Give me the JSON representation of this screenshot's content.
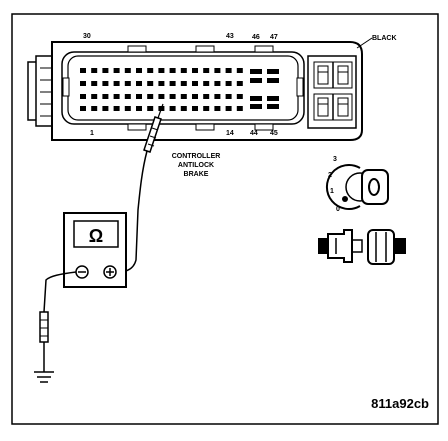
{
  "diagram": {
    "pin_labels": {
      "p30": "30",
      "p43": "43",
      "p46": "46",
      "p47": "47",
      "p1": "1",
      "p14": "14",
      "p44": "44",
      "p45": "45"
    },
    "connector_color": "BLACK",
    "module_label": [
      "CONTROLLER",
      "ANTILOCK",
      "BRAKE"
    ],
    "ignition_positions": [
      "3",
      "2",
      "1",
      "0"
    ],
    "meter_symbol": "Ω",
    "meter_minus": "⊖",
    "meter_plus": "⊕",
    "figure_id": "811a92cb"
  }
}
